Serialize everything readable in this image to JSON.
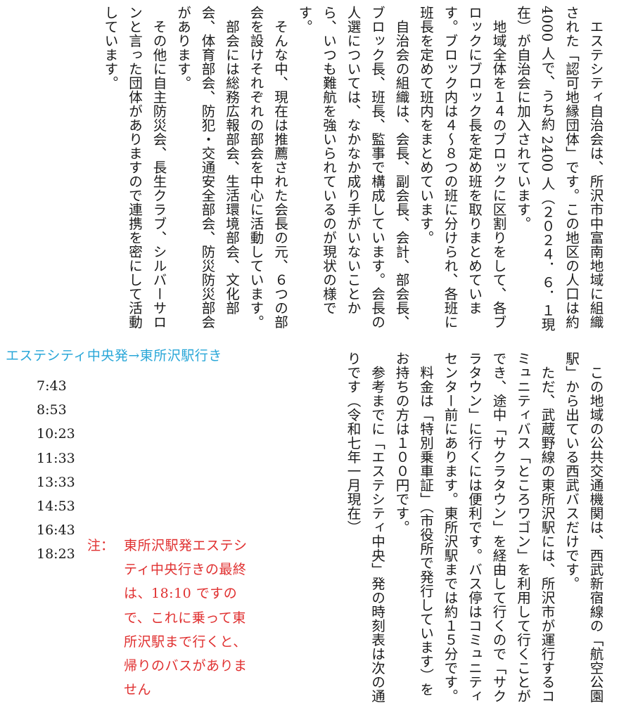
{
  "association": {
    "paragraphs": [
      "エステシティ自治会は、所沢市中富南地域に組織された「認可地縁団体」です。この地区の人口は約 4000 人で、うち約 2400 人（２０２４．６．１現在）が自治会に加入されています。",
      "地域全体を１４のブロックに区割りをして、各ブロックにブロック長を定め班を取りまとめています。ブロック内は４～８つの班に分けられ、各班に班長を定めて班内をまとめています。",
      "自治会の組織は、会長、副会長、会計、部会長、ブロック長、班長、監事で構成しています。会長の人選については、なかなか成り手がいないことから、いつも難航を強いられているのが現状の様です。",
      "そんな中、現在は推薦された会長の元、６つの部会を設けそれぞれの部会を中心に活動しています。",
      "部会には総務広報部会、生活環境部会、文化部会、体育部会、防犯・交通安全部会、防災防災部会があります。",
      "その他に自主防災会、長生クラブ、シルバーサロンと言った団体がありますので連携を密にして活動しています。"
    ]
  },
  "transport": {
    "paragraphs": [
      "この地域の公共交通機関は、西武新宿線の「航空公園駅」から出ている西武バスだけです。",
      "ただ、武蔵野線の東所沢駅には、所沢市が運行するコミュニティバス「ところワゴン」を利用して行くことができ、途中「サクラタウン」を経由して行くので「サクラタウン」に行くには便利です。バス停はコミュニティセンター前にあります。東所沢駅までは約１５分です。",
      "料金は「特別乗車証」（市役所で発行しています）をお持ちの方は１００円です。",
      "参考までに「エステシティ中央」発の時刻表は次の通りです（令和七年一月現在）"
    ]
  },
  "timetable": {
    "title": "エステシティ中央発→東所沢駅行き",
    "times": [
      "7:43",
      "8:53",
      "10:23",
      "11:33",
      "13:33",
      "14:53",
      "16:43",
      "18:23"
    ],
    "note_label": "注：",
    "note_text": "東所沢駅発エステシティ中央行きの最終は、18:10 ですので、これに乗って東所沢駅まで行くと、帰りのバスがありません",
    "title_color": "#2aa7d8",
    "note_color": "#e03030"
  }
}
